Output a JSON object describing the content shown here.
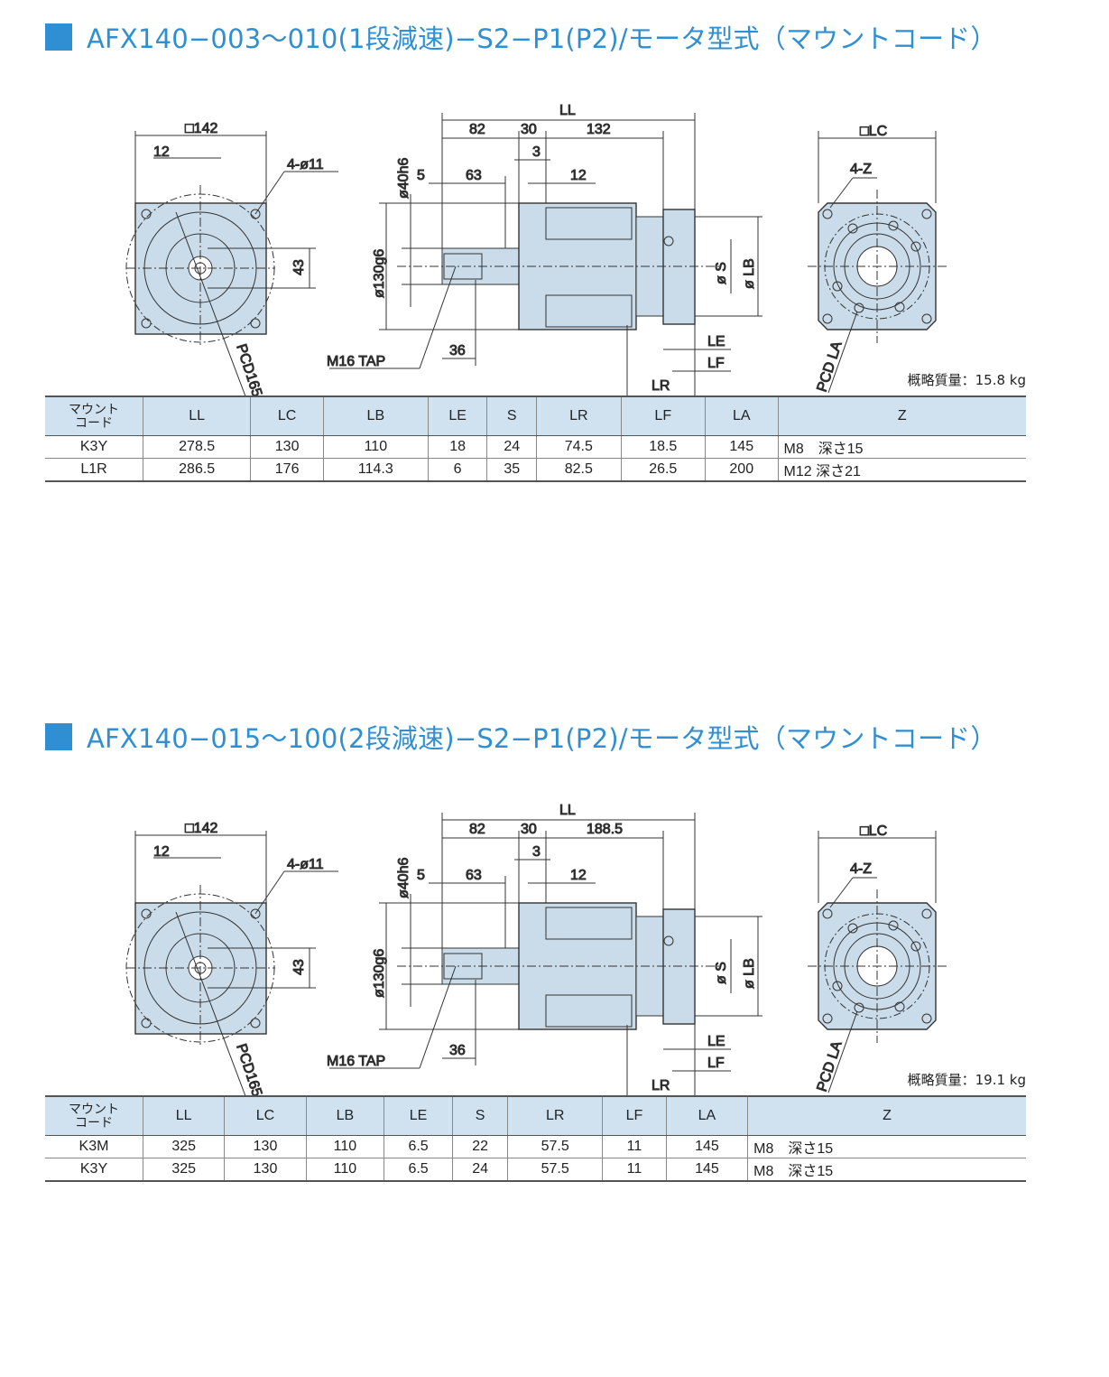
{
  "colors": {
    "accent": "#2f8fd2",
    "body_fill": "#cadcea",
    "header_bg": "#d0e2f0"
  },
  "sections": [
    {
      "title": "AFX140−003〜010(1段減速)−S2−P1(P2)/モータ型式（マウントコード）",
      "labels": {
        "sq142": "□142",
        "d12a": "12",
        "holes": "4-ø11",
        "d43": "43",
        "pcd": "PCD165",
        "ll": "LL",
        "d82": "82",
        "d30": "30",
        "body": "132",
        "d3": "3",
        "d5": "5",
        "d63": "63",
        "d12b": "12",
        "d40": "ø40h6",
        "d130": "ø130g6",
        "tap": "M16 TAP",
        "d36": "36",
        "s": "ø S",
        "lb": "ø LB",
        "le": "LE",
        "lf": "LF",
        "lr": "LR",
        "lc": "□LC",
        "z": "4-Z",
        "pcdla": "PCD LA"
      },
      "mass": "概略質量：15.8 kg",
      "headers": [
        "マウント\nコード",
        "LL",
        "LC",
        "LB",
        "LE",
        "S",
        "LR",
        "LF",
        "LA",
        "Z"
      ],
      "rows": [
        [
          "K3Y",
          "278.5",
          "130",
          "110",
          "18",
          "24",
          "74.5",
          "18.5",
          "145",
          "M8　深さ15"
        ],
        [
          "L1R",
          "286.5",
          "176",
          "114.3",
          "6",
          "35",
          "82.5",
          "26.5",
          "200",
          "M12 深さ21"
        ]
      ]
    },
    {
      "title": "AFX140−015〜100(2段減速)−S2−P1(P2)/モータ型式（マウントコード）",
      "labels": {
        "sq142": "□142",
        "d12a": "12",
        "holes": "4-ø11",
        "d43": "43",
        "pcd": "PCD165",
        "ll": "LL",
        "d82": "82",
        "d30": "30",
        "body": "188.5",
        "d3": "3",
        "d5": "5",
        "d63": "63",
        "d12b": "12",
        "d40": "ø40h6",
        "d130": "ø130g6",
        "tap": "M16 TAP",
        "d36": "36",
        "s": "ø S",
        "lb": "ø LB",
        "le": "LE",
        "lf": "LF",
        "lr": "LR",
        "lc": "□LC",
        "z": "4-Z",
        "pcdla": "PCD LA"
      },
      "mass": "概略質量：19.1 kg",
      "headers": [
        "マウント\nコード",
        "LL",
        "LC",
        "LB",
        "LE",
        "S",
        "LR",
        "LF",
        "LA",
        "Z"
      ],
      "rows": [
        [
          "K3M",
          "325",
          "130",
          "110",
          "6.5",
          "22",
          "57.5",
          "11",
          "145",
          "M8　深さ15"
        ],
        [
          "K3Y",
          "325",
          "130",
          "110",
          "6.5",
          "24",
          "57.5",
          "11",
          "145",
          "M8　深さ15"
        ]
      ]
    }
  ]
}
